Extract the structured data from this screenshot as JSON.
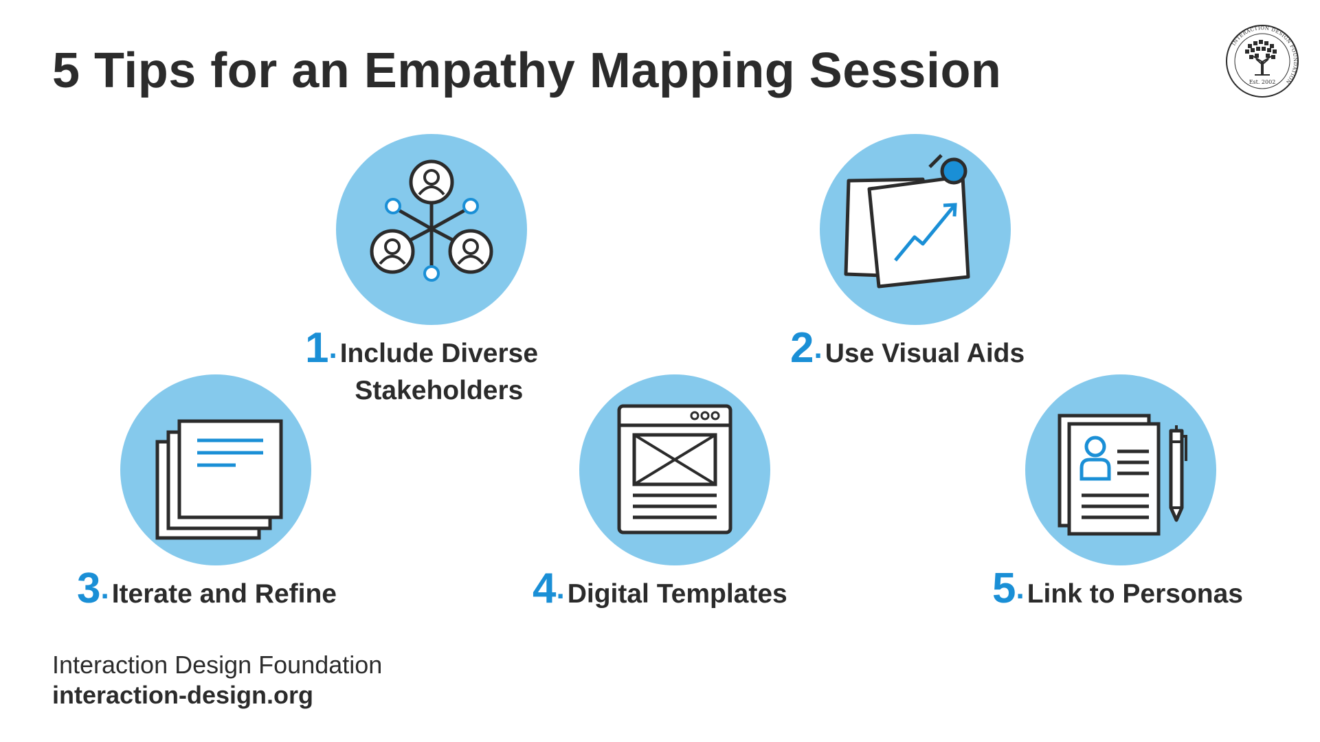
{
  "page": {
    "title": "5 Tips for an Empathy Mapping Session"
  },
  "logo": {
    "ring_text": "INTERACTION DESIGN FOUNDATION",
    "established": "Est. 2002",
    "icon": "tree-icon"
  },
  "colors": {
    "circle_fill": "#85c9ec",
    "accent_blue": "#1a8fd6",
    "text_dark": "#2b2b2b"
  },
  "tips": [
    {
      "number": "1",
      "label_line1": "Include Diverse",
      "label_line2": "Stakeholders",
      "icon": "people-network-icon"
    },
    {
      "number": "2",
      "label_line1": "Use Visual Aids",
      "label_line2": "",
      "icon": "pinned-chart-notes-icon"
    },
    {
      "number": "3",
      "label_line1": "Iterate and Refine",
      "label_line2": "",
      "icon": "stacked-documents-icon"
    },
    {
      "number": "4",
      "label_line1": "Digital Templates",
      "label_line2": "",
      "icon": "browser-wireframe-icon"
    },
    {
      "number": "5",
      "label_line1": "Link to Personas",
      "label_line2": "",
      "icon": "persona-profile-icon"
    }
  ],
  "footer": {
    "org_name": "Interaction Design Foundation",
    "url": "interaction-design.org"
  }
}
